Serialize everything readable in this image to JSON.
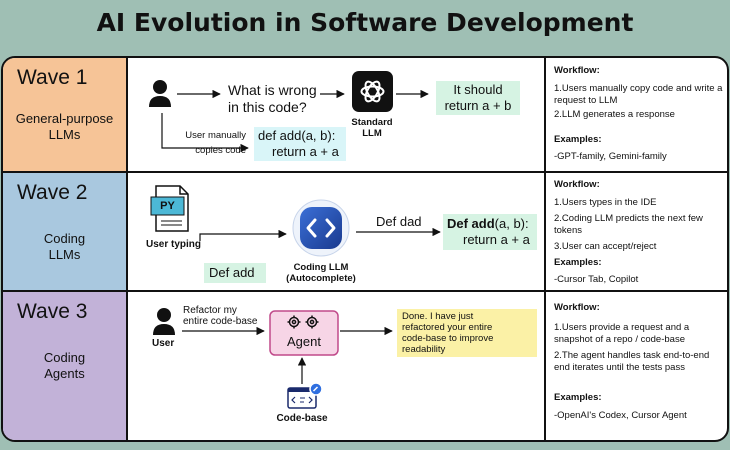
{
  "title": "AI Evolution in Software Development",
  "colors": {
    "background": "#9fbfb4",
    "wave1": "#f6c497",
    "wave2": "#a9c8df",
    "wave3": "#c2b2d8",
    "code_highlight": "#d9f5f8",
    "answer_highlight": "#d6f3e3",
    "agent_box": "#f7d5e6",
    "done_note": "#fbf1a6"
  },
  "waves": [
    {
      "title": "Wave 1",
      "subtitle": [
        "General-purpose",
        "LLMs"
      ],
      "diagram": {
        "question": [
          "What is wrong",
          "in this code?"
        ],
        "model": [
          "Standard",
          "LLM"
        ],
        "answer": [
          "It should",
          "return a + b"
        ],
        "copy_label": [
          "User manually",
          "copies code"
        ],
        "code": [
          "def add(a, b):",
          "return a + a"
        ]
      },
      "workflow_heading": "Workflow:",
      "workflow": [
        "1.Users manually copy code and write a request to LLM",
        "2.LLM generates a response"
      ],
      "examples_heading": "Examples:",
      "examples": "-GPT-family, Gemini-family"
    },
    {
      "title": "Wave 2",
      "subtitle": [
        "Coding",
        "LLMs"
      ],
      "diagram": {
        "file_badge": "PY",
        "user_label": "User typing",
        "typed": "Def add",
        "model": [
          "Coding LLM",
          "(Autocomplete)"
        ],
        "suggestion": "Def dad",
        "code_bold": "Def add",
        "code_rest": "(a, b):",
        "code_line2": "return a + a"
      },
      "workflow_heading": "Workflow:",
      "workflow": [
        "1.Users types in the IDE",
        "2.Coding LLM predicts the next few tokens",
        "3.User can accept/reject"
      ],
      "examples_heading": "Examples:",
      "examples": "-Cursor Tab, Copilot"
    },
    {
      "title": "Wave 3",
      "subtitle": [
        "Coding",
        "Agents"
      ],
      "diagram": {
        "user_label": "User",
        "request": [
          "Refactor my",
          "entire code-base"
        ],
        "agent": "Agent",
        "done": [
          "Done. I have just",
          "refactored your entire",
          "code-base to improve",
          "readability"
        ],
        "codebase": "Code-base"
      },
      "workflow_heading": "Workflow:",
      "workflow": [
        "1.Users provide a request and a snapshot of a repo / code-base",
        "2.The agent handles task end-to-end end iterates until the tests pass"
      ],
      "examples_heading": "Examples:",
      "examples": "-OpenAI's Codex, Cursor Agent"
    }
  ]
}
